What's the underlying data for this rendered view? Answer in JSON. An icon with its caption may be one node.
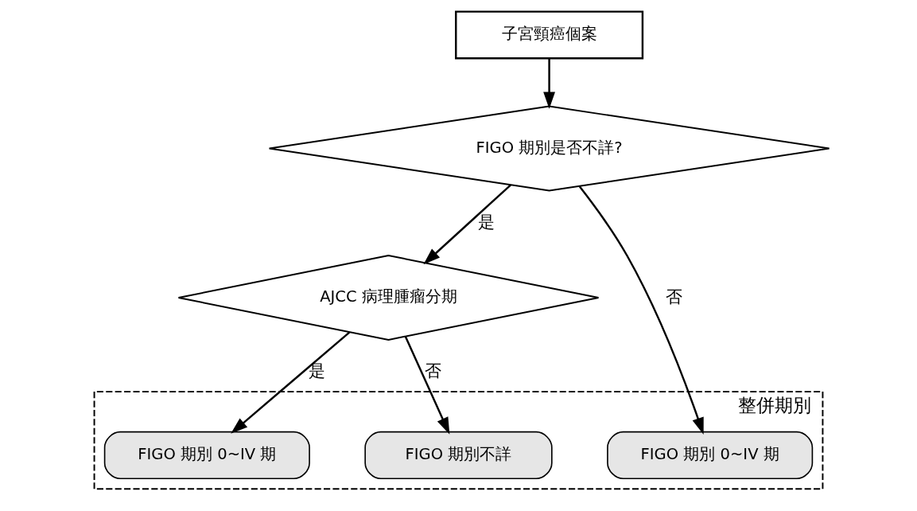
{
  "diagram": {
    "nodes": [
      {
        "text": [
          "子宮頸癌個案"
        ]
      },
      {
        "text": [
          "FIGO 期別是否不詳?"
        ]
      },
      {
        "text": [
          "AJCC 病理腫瘤分期"
        ]
      },
      {
        "text": [
          "整併期別"
        ]
      },
      {
        "text": [
          "FIGO 期別 0~IV 期"
        ],
        "in": 3
      },
      {
        "text": [
          "FIGO 期別不詳"
        ],
        "in": 3
      },
      {
        "text": [
          "FIGO 期別 0~IV 期"
        ],
        "in": 3
      }
    ],
    "edges": [
      {
        "from": 0,
        "to": 1,
        "arrow": "to"
      },
      {
        "from": 1,
        "to": 2,
        "arrow": "to",
        "label": "是"
      },
      {
        "from": 1,
        "to": 6,
        "arrow": "to",
        "label": "否"
      },
      {
        "from": 2,
        "to": 4,
        "arrow": "to",
        "label": "是"
      },
      {
        "from": 2,
        "to": 5,
        "arrow": "to",
        "label": "否"
      }
    ]
  }
}
